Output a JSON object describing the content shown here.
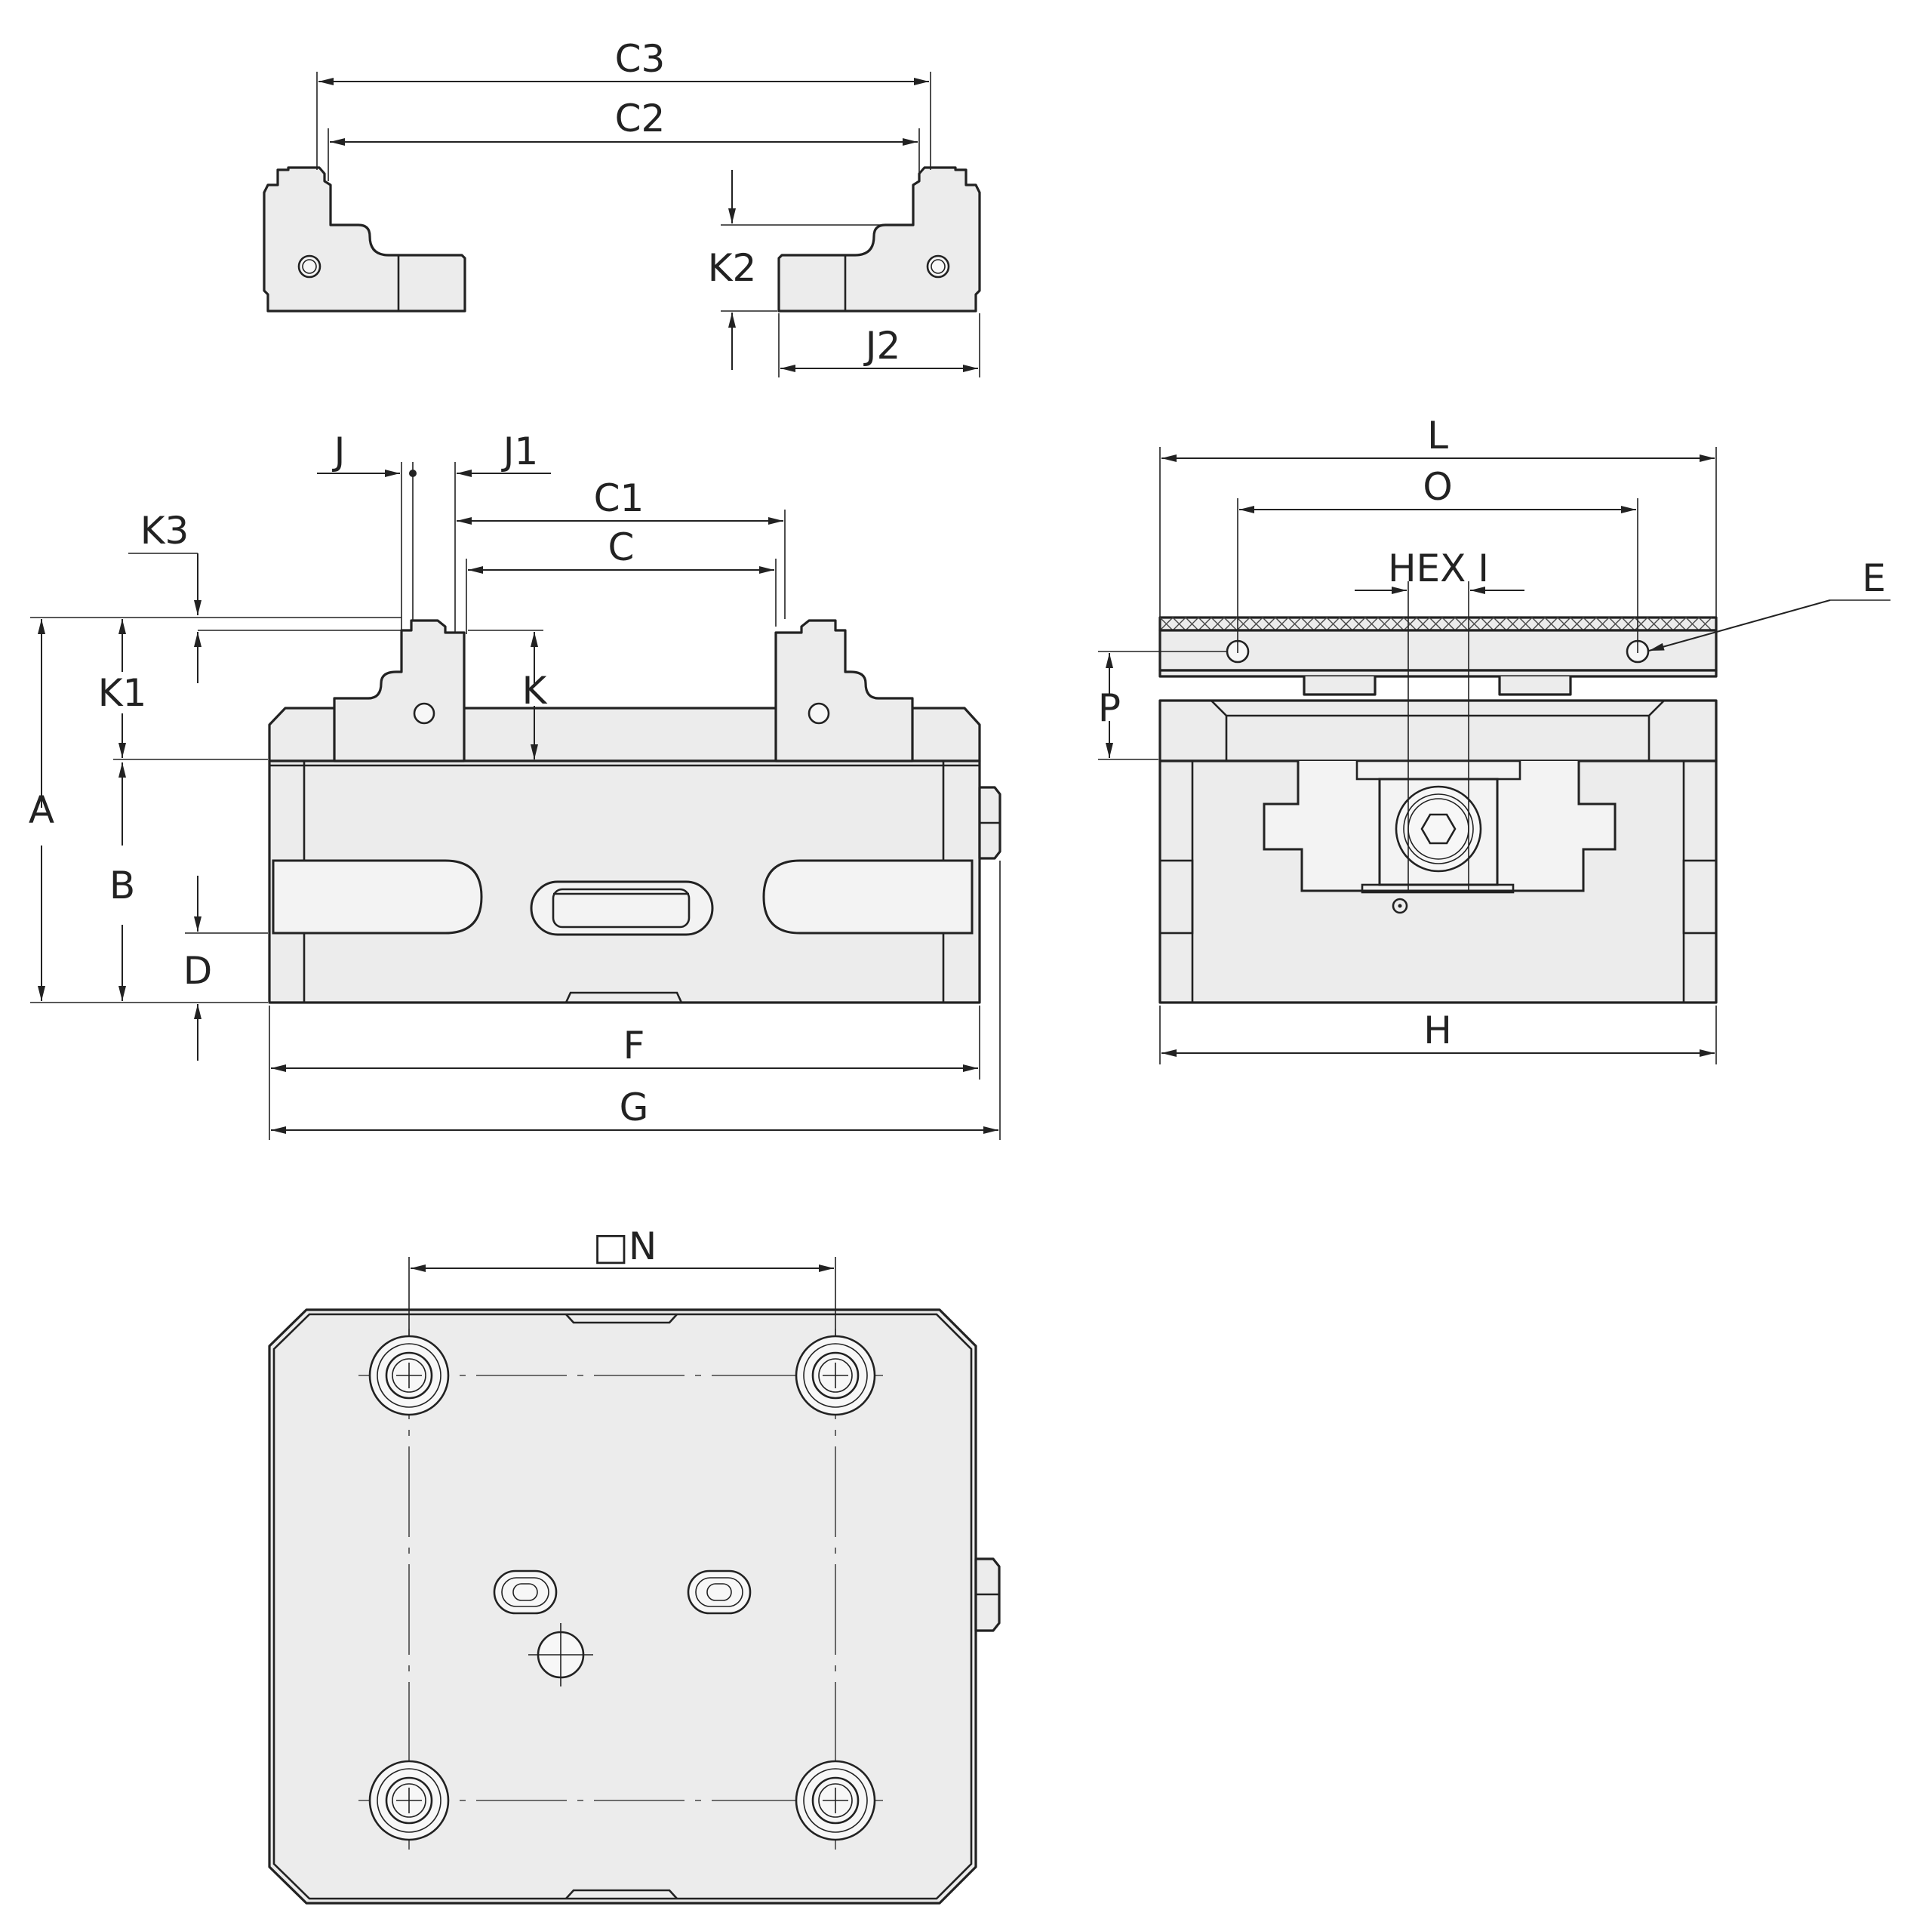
{
  "labels": {
    "c3": "C3",
    "c2": "C2",
    "k2": "K2",
    "j2": "J2",
    "j": "J",
    "j1": "J1",
    "c1": "C1",
    "c": "C",
    "k3": "K3",
    "k1": "K1",
    "k": "K",
    "a": "A",
    "b": "B",
    "d": "D",
    "f": "F",
    "g": "G",
    "l": "L",
    "o": "O",
    "hex": "HEX I",
    "e": "E",
    "p": "P",
    "h": "H",
    "n": "□N"
  }
}
